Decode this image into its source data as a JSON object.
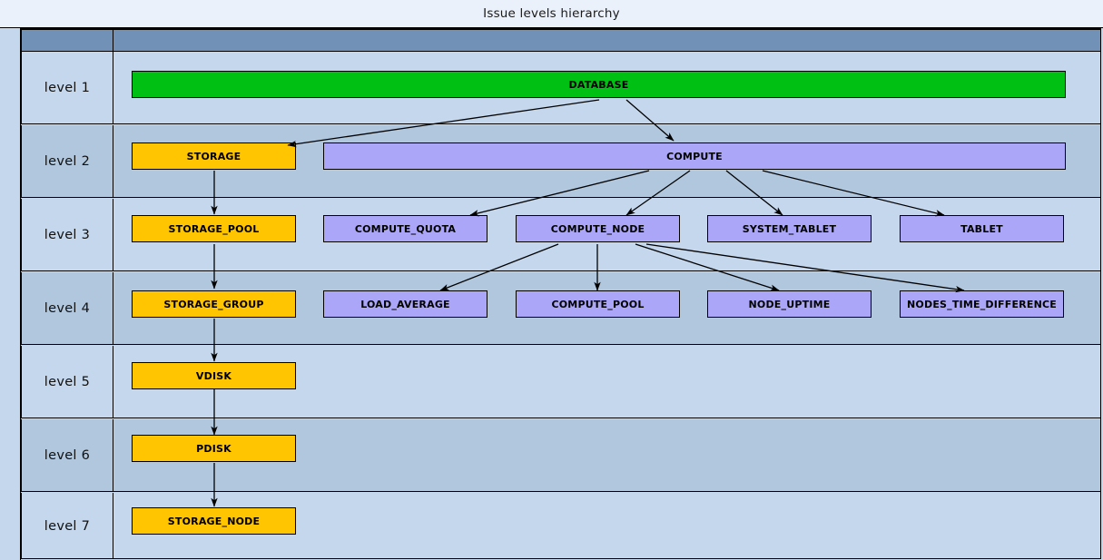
{
  "title": "Issue levels hierarchy",
  "colors": {
    "title_bg": "#eaf1fb",
    "header_band": "#7191b6",
    "row_light": "#c5d7ed",
    "row_dark": "#b0c7de",
    "database_box": "#00c113",
    "storage_box": "#ffc500",
    "compute_box": "#aba6f7",
    "border": "#000000"
  },
  "levels": [
    {
      "label": "level 1"
    },
    {
      "label": "level 2"
    },
    {
      "label": "level 3"
    },
    {
      "label": "level 4"
    },
    {
      "label": "level 5"
    },
    {
      "label": "level 6"
    },
    {
      "label": "level 7"
    }
  ],
  "nodes": {
    "database": "DATABASE",
    "storage": "STORAGE",
    "compute": "COMPUTE",
    "storage_pool": "STORAGE_POOL",
    "compute_quota": "COMPUTE_QUOTA",
    "compute_node": "COMPUTE_NODE",
    "system_tablet": "SYSTEM_TABLET",
    "tablet": "TABLET",
    "storage_group": "STORAGE_GROUP",
    "load_average": "LOAD_AVERAGE",
    "compute_pool": "COMPUTE_POOL",
    "node_uptime": "NODE_UPTIME",
    "nodes_time_difference": "NODES_TIME_DIFFERENCE",
    "vdisk": "VDISK",
    "pdisk": "PDISK",
    "storage_node": "STORAGE_NODE"
  },
  "hierarchy": {
    "DATABASE": [
      "STORAGE",
      "COMPUTE"
    ],
    "STORAGE": [
      "STORAGE_POOL"
    ],
    "COMPUTE": [
      "COMPUTE_QUOTA",
      "COMPUTE_NODE",
      "SYSTEM_TABLET",
      "TABLET"
    ],
    "STORAGE_POOL": [
      "STORAGE_GROUP"
    ],
    "COMPUTE_NODE": [
      "LOAD_AVERAGE",
      "COMPUTE_POOL",
      "NODE_UPTIME",
      "NODES_TIME_DIFFERENCE"
    ],
    "STORAGE_GROUP": [
      "VDISK"
    ],
    "VDISK": [
      "PDISK"
    ],
    "PDISK": [
      "STORAGE_NODE"
    ]
  }
}
